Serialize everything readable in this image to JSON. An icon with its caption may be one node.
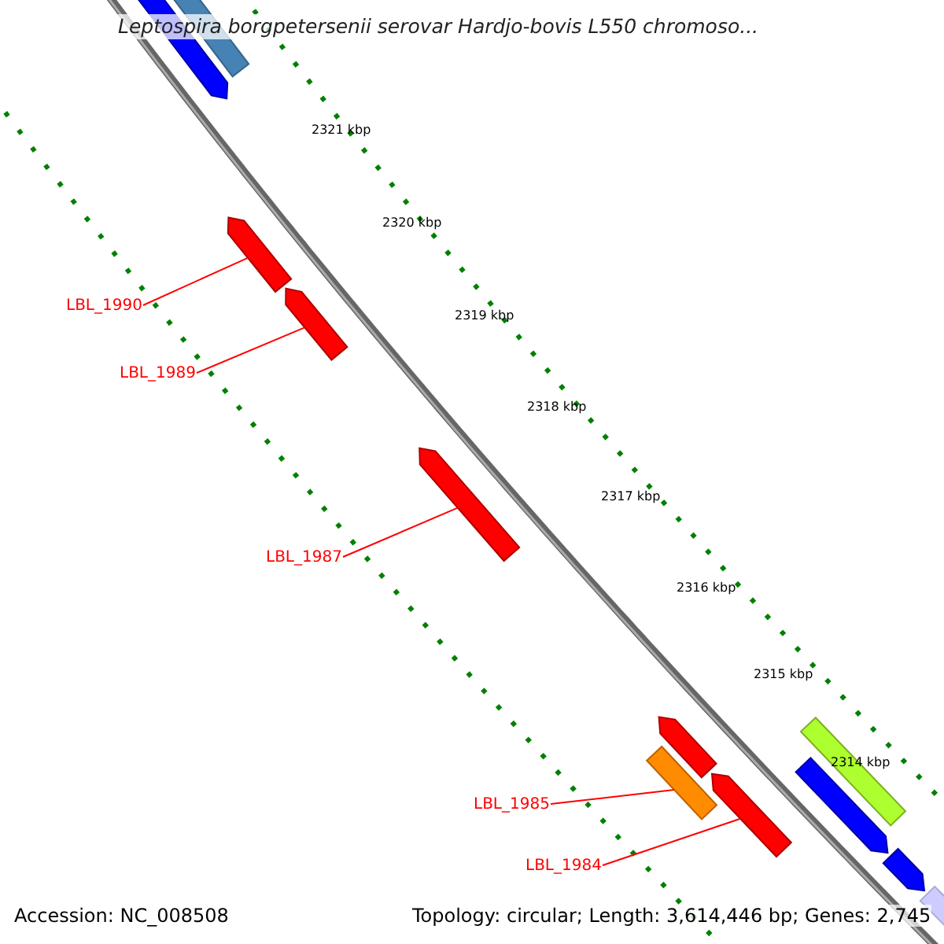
{
  "diagram": {
    "title": "Leptospira borgpetersenii serovar Hardjo-bovis L550 chromoso...",
    "nodes": [
      {
        "text": [
          "LBL_1990"
        ]
      },
      {
        "text": [
          "LBL_1989"
        ]
      },
      {
        "text": [
          "LBL_1987"
        ]
      },
      {
        "text": [
          "LBL_1985"
        ]
      },
      {
        "text": [
          "LBL_1984"
        ]
      },
      {
        "text": [],
        "shape": "bar"
      },
      {
        "text": [],
        "shape": "bar"
      },
      {
        "text": [],
        "shape": "bar"
      },
      {
        "text": [],
        "shape": "bar"
      },
      {
        "text": [],
        "shape": "bar"
      }
    ],
    "edges": [
      {
        "from": 0,
        "to": 5,
        "arrow": "none"
      },
      {
        "from": 1,
        "to": 6,
        "arrow": "none"
      },
      {
        "from": 2,
        "to": 7,
        "arrow": "none"
      },
      {
        "from": 3,
        "to": 8,
        "arrow": "none"
      },
      {
        "from": 4,
        "to": 9,
        "arrow": "none"
      }
    ],
    "labels": [
      "2321 kbp",
      "2320 kbp",
      "2319 kbp",
      "2318 kbp",
      "2317 kbp",
      "2316 kbp",
      "2315 kbp",
      "2314 kbp",
      "Accession: NC_008508",
      "Topology: circular; Length: 3,614,446 bp; Genes: 2,745"
    ]
  }
}
